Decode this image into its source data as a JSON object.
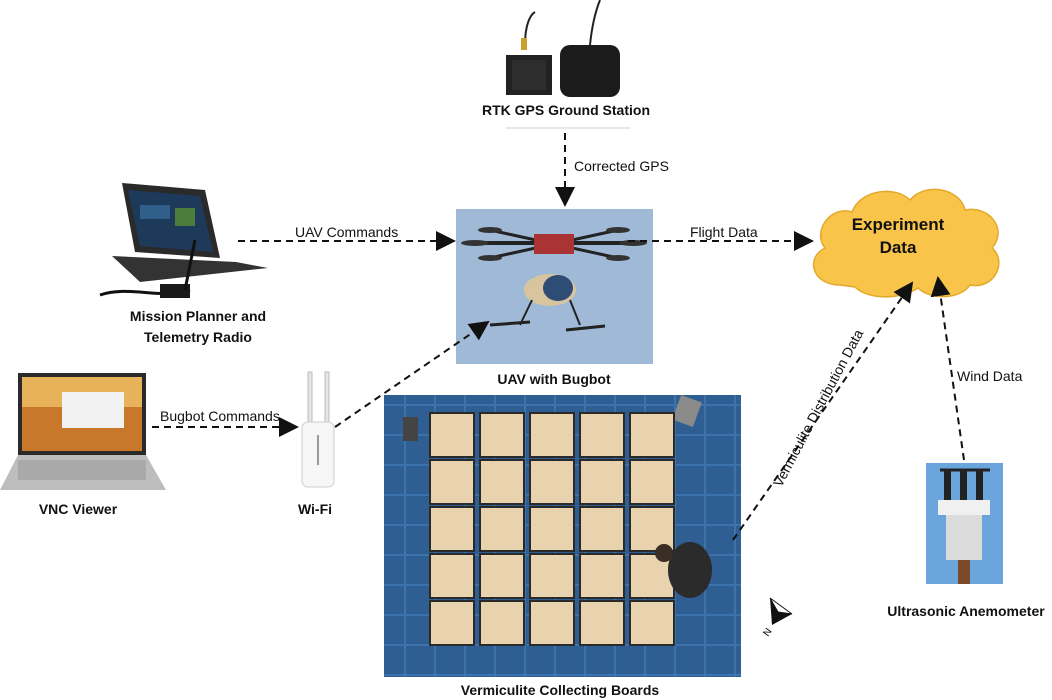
{
  "nodes": {
    "rtk_gps": "RTK GPS Ground Station",
    "mission_planner": "Mission Planner and Telemetry Radio",
    "uav": "UAV with Bugbot",
    "experiment_data": "Experiment Data",
    "vnc_viewer": "VNC Viewer",
    "wifi": "Wi-Fi",
    "boards": "Vermiculite Collecting Boards",
    "anemometer": "Ultrasonic Anemometer"
  },
  "edges": {
    "corrected_gps": "Corrected GPS",
    "uav_commands": "UAV Commands",
    "flight_data": "Flight Data",
    "bugbot_commands": "Bugbot Commands",
    "vermiculite_data": "Vermiculite Distribution Data",
    "wind_data": "Wind Data"
  },
  "compass": {
    "north": "N"
  },
  "colors": {
    "cloud": "#f8c44a",
    "sky": "#9fb9d6",
    "tarp": "#2f5e93",
    "board": "#e8d3ae"
  }
}
